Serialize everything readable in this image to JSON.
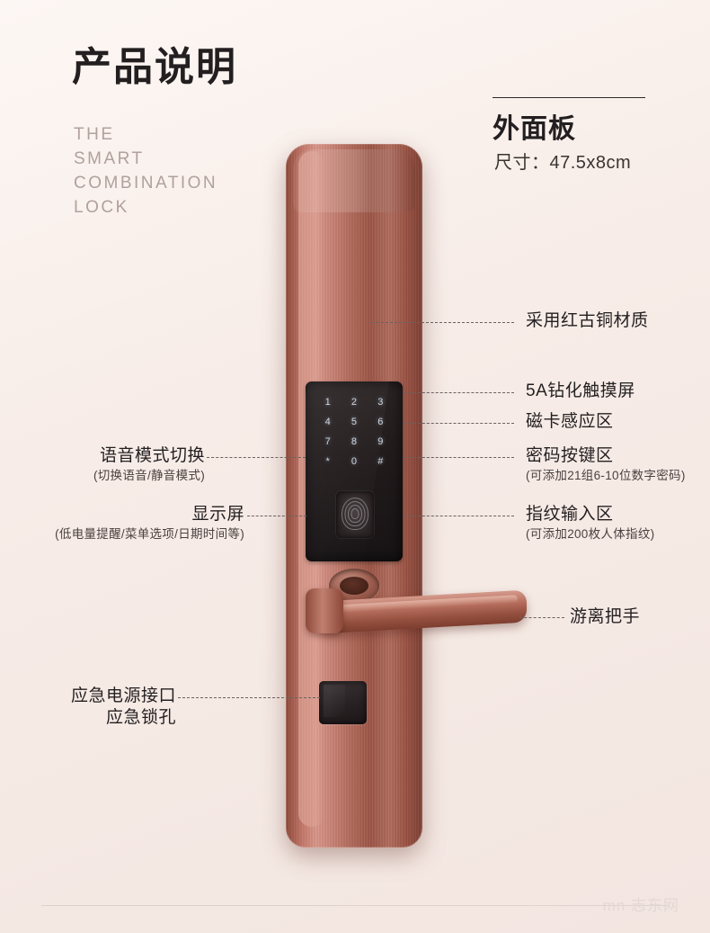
{
  "header": {
    "title_cn": "产品说明",
    "title_en_lines": [
      "THE",
      "SMART",
      "COMBINATION",
      "LOCK"
    ]
  },
  "panel": {
    "title": "外面板",
    "size_label": "尺寸：47.5x8cm"
  },
  "keypad": {
    "keys": [
      "1",
      "2",
      "3",
      "4",
      "5",
      "6",
      "7",
      "8",
      "9",
      "*",
      "0",
      "#"
    ]
  },
  "callouts": {
    "right": [
      {
        "main": "采用红古铜材质",
        "sub": ""
      },
      {
        "main": "5A钻化触摸屏",
        "sub": ""
      },
      {
        "main": "磁卡感应区",
        "sub": ""
      },
      {
        "main": "密码按键区",
        "sub": "(可添加21组6-10位数字密码)"
      },
      {
        "main": "指纹输入区",
        "sub": "(可添加200枚人体指纹)"
      },
      {
        "main": "游离把手",
        "sub": ""
      }
    ],
    "left": [
      {
        "main": "语音模式切换",
        "sub": "(切换语音/静音模式)"
      },
      {
        "main": "显示屏",
        "sub": "(低电量提醒/菜单选项/日期时间等)"
      },
      {
        "main": "应急电源接口",
        "sub": "应急锁孔"
      }
    ]
  },
  "footer": {
    "watermark": "mn 志东网"
  }
}
